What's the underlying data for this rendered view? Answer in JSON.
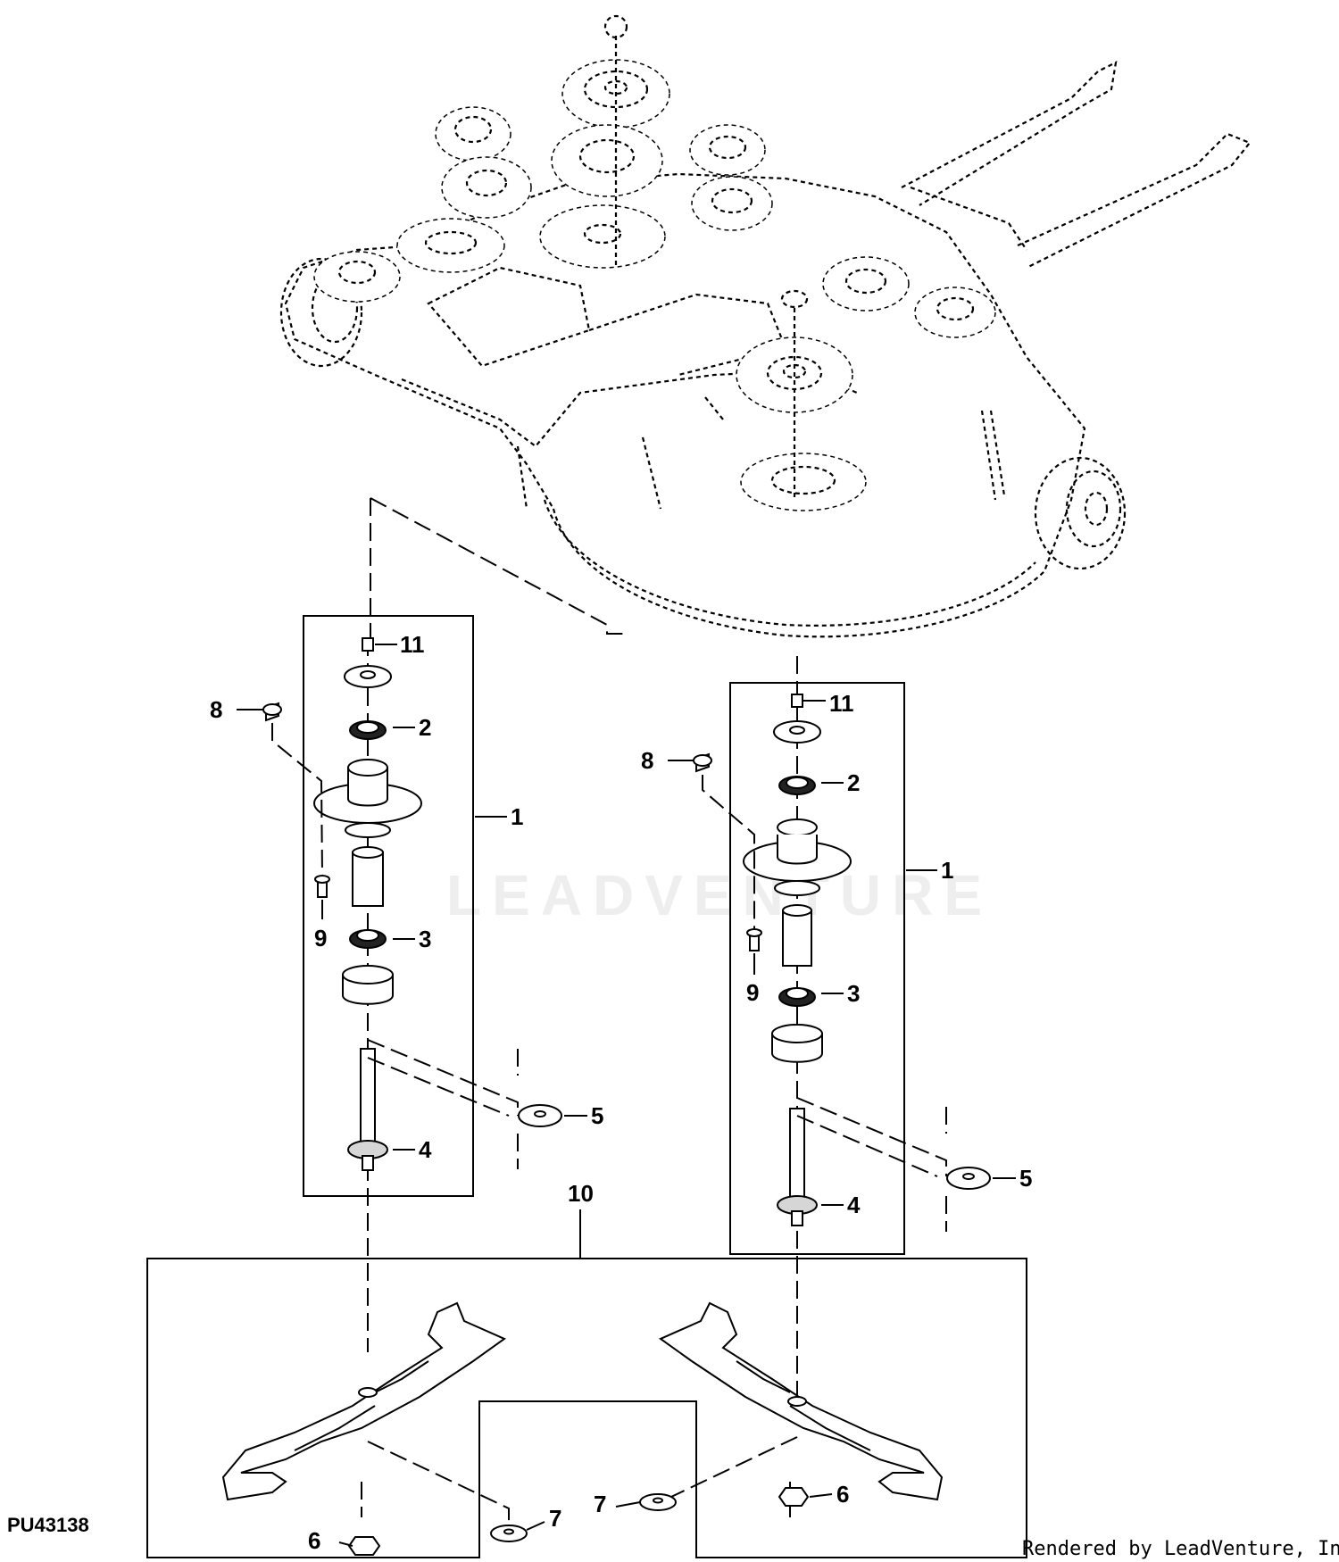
{
  "diagram": {
    "figure_code": "PU43138",
    "credit": "Rendered by LeadVenture, Inc.",
    "watermark": "LEADVENTURE",
    "callouts": {
      "spindle_assembly_left": "1",
      "spindle_assembly_right": "1",
      "upper_bearing_left": "2",
      "upper_bearing_right": "2",
      "lower_bearing_left": "3",
      "lower_bearing_right": "3",
      "shaft_left": "4",
      "shaft_right": "4",
      "washer_left": "5",
      "washer_right": "5",
      "blade_nut_left": "6",
      "blade_nut_right": "6",
      "blade_washer_left": "7",
      "blade_washer_right": "7",
      "flange_nut_left": "8",
      "flange_nut_right": "8",
      "screw_left": "9",
      "screw_right": "9",
      "blade_kit": "10",
      "grease_fitting_left": "11",
      "grease_fitting_right": "11"
    }
  }
}
